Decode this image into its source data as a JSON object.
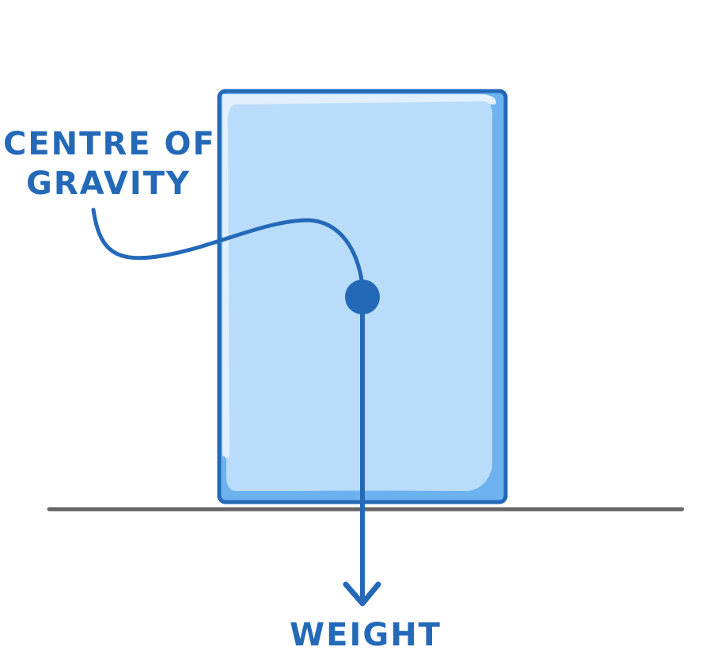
{
  "labels": {
    "centre_line1": "CENTRE OF",
    "centre_line2": "GRAVITY",
    "weight": "WEIGHT"
  },
  "colors": {
    "stroke_blue": "#2469b8",
    "block_fill": "#b9dcfa",
    "block_highlight": "#e2f0fd",
    "block_shadow": "#6cb2ee",
    "ground": "#666666",
    "background": "#ffffff"
  }
}
